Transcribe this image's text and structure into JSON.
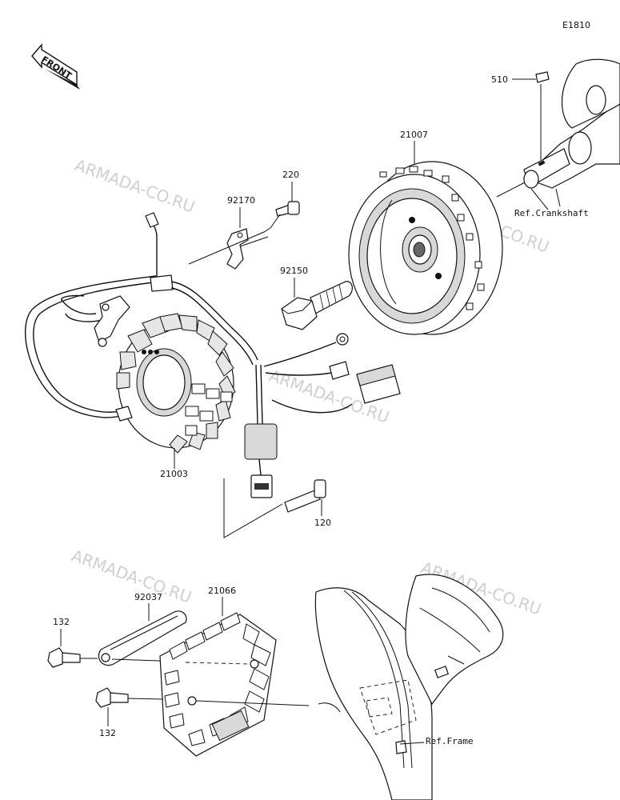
{
  "diagram_code": "E1810",
  "front_arrow_label": "FRONT",
  "watermark": "ARMADA-CO.RU",
  "parts": {
    "p510": "510",
    "p21007": "21007",
    "p220": "220",
    "p92170": "92170",
    "p92150": "92150",
    "p21003": "21003",
    "p120": "120",
    "p92037": "92037",
    "p21066": "21066",
    "p132a": "132",
    "p132b": "132"
  },
  "refs": {
    "crankshaft": "Ref.Crankshaft",
    "frame": "Ref.Frame"
  }
}
